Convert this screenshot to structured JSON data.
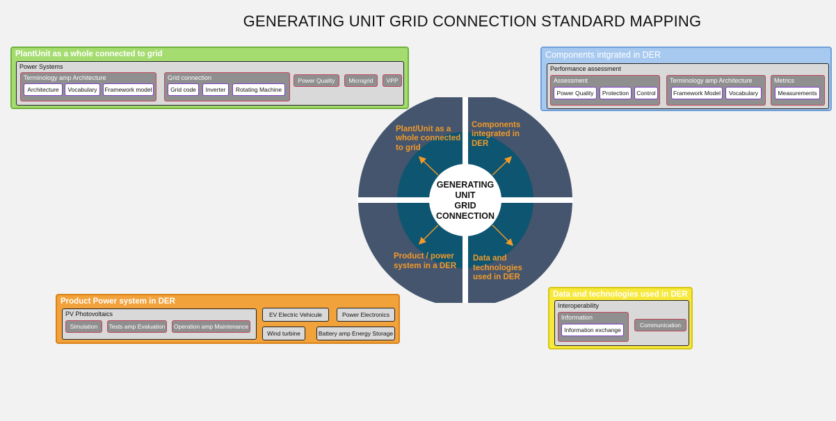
{
  "title": "GENERATING UNIT GRID CONNECTION STANDARD MAPPING",
  "colors": {
    "green_panel": "#a5dc6f",
    "blue_panel": "#a7c9f0",
    "orange_panel": "#f2a23a",
    "yellow_panel": "#f7e83c",
    "wheel_outer": "#44556d",
    "wheel_inner": "#0d5570",
    "wheel_text": "#f39a2a",
    "chip_border": "#7b3fc4",
    "sub_border": "#c2465a"
  },
  "wheel": {
    "center_lines": [
      "GENERATING",
      "UNIT",
      "GRID",
      "CONNECTION"
    ],
    "q1": [
      "Plant/Unit as a",
      "whole connected",
      "to grid"
    ],
    "q2": [
      "Components",
      "integrated in",
      "DER"
    ],
    "q3": [
      "Product / power",
      "system in a DER"
    ],
    "q4": [
      "Data and",
      "technologies",
      "used in DER"
    ]
  },
  "green": {
    "title": "PlantUnit as a whole connected to grid",
    "group": "Power Systems",
    "sub1": {
      "label": "Terminology amp Architecture",
      "chips": [
        "Architecture",
        "Vocabulary",
        "Framework model"
      ]
    },
    "sub2": {
      "label": "Grid connection",
      "chips": [
        "Grid code",
        "Inverter",
        "Rotating Machine"
      ]
    },
    "extra": [
      "Power Quality",
      "Microgrid",
      "VPP"
    ]
  },
  "blue": {
    "title": "Components intgrated in DER",
    "group": "Performance assessment",
    "sub1": {
      "label": "Assessment",
      "chips": [
        "Power Quality",
        "Protection",
        "Control"
      ]
    },
    "sub2": {
      "label": "Terminology amp Architecture",
      "chips": [
        "Framework Model",
        "Vocabulary"
      ]
    },
    "sub3": {
      "label": "Metrics",
      "chips": [
        "Measurements"
      ]
    }
  },
  "orange": {
    "title": "Product Power system in DER",
    "group": "PV Photovoltaics",
    "pv_chips": [
      "Simulation",
      "Tests amp Evaluation",
      "Operation amp Maintenance"
    ],
    "other": [
      "EV Electric Vehicule",
      "Power Electronics",
      "Wind turbine",
      "Battery amp Energy Storage"
    ]
  },
  "yellow": {
    "title": "Data and technologies used in DER",
    "group": "Interoperability",
    "sub1": {
      "label": "Information",
      "chips": [
        "Information exchange"
      ]
    },
    "extra": [
      "Communication"
    ]
  }
}
